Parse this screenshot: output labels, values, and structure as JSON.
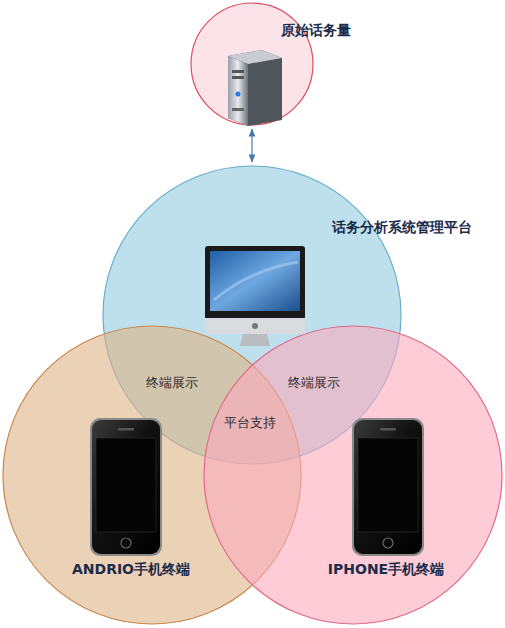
{
  "diagram": {
    "nodes": [
      {
        "text": [
          "原始话务量"
        ]
      },
      {
        "text": [
          "话务分析系统管理平台"
        ]
      },
      {
        "text": [
          "ANDRIO手机终端"
        ]
      },
      {
        "text": [
          "IPHONE手机终端"
        ]
      }
    ],
    "edges": [
      {
        "from": 0,
        "to": 1,
        "arrow": "both"
      }
    ],
    "labels": [
      "终端展示",
      "终端展示",
      "平台支持"
    ]
  }
}
